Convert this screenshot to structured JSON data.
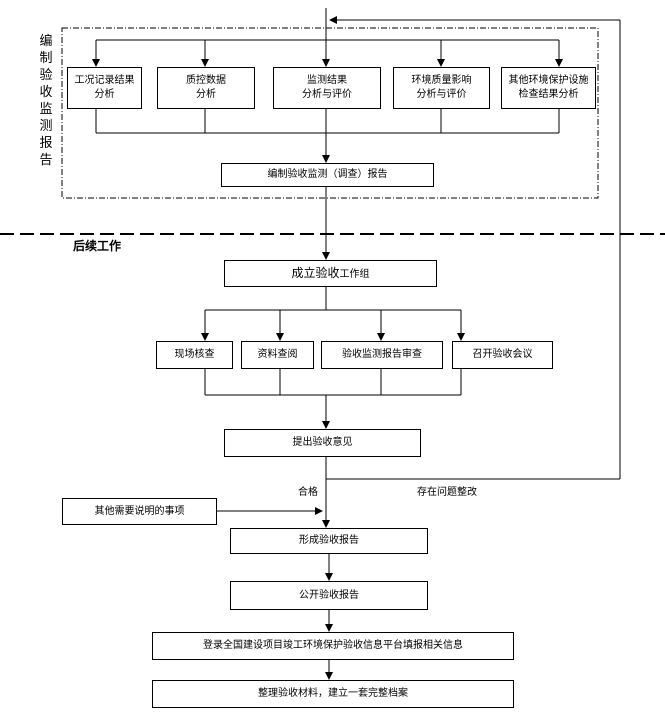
{
  "section1_label": "编制验收监测报告",
  "section2_label": "后续工作",
  "analysis_boxes": [
    {
      "line1": "工况记录结果",
      "line2": "分析"
    },
    {
      "line1": "质控数据",
      "line2": "分析"
    },
    {
      "line1": "监测结果",
      "line2": "分析与评价"
    },
    {
      "line1": "环境质量影响",
      "line2": "分析与评价"
    },
    {
      "line1": "其他环境保护设施",
      "line2": "检查结果分析"
    }
  ],
  "compile_report": "编制验收监测（调查）报告",
  "work_group": {
    "main": "成立验收",
    "suffix": "工作组"
  },
  "review_boxes": [
    "现场核查",
    "资料查阅",
    "验收监测报告审查",
    "召开验收会议"
  ],
  "opinion_box": "提出验收意见",
  "pass_label": "合格",
  "fix_label": "存在问题整改",
  "other_items": "其他需要说明的事项",
  "form_report": "形成验收报告",
  "publish_report": "公开验收报告",
  "platform_box": "登录全国建设项目竣工环境保护验收信息平台填报相关信息",
  "archive_box": "整理验收材料，建立一套完整档案"
}
